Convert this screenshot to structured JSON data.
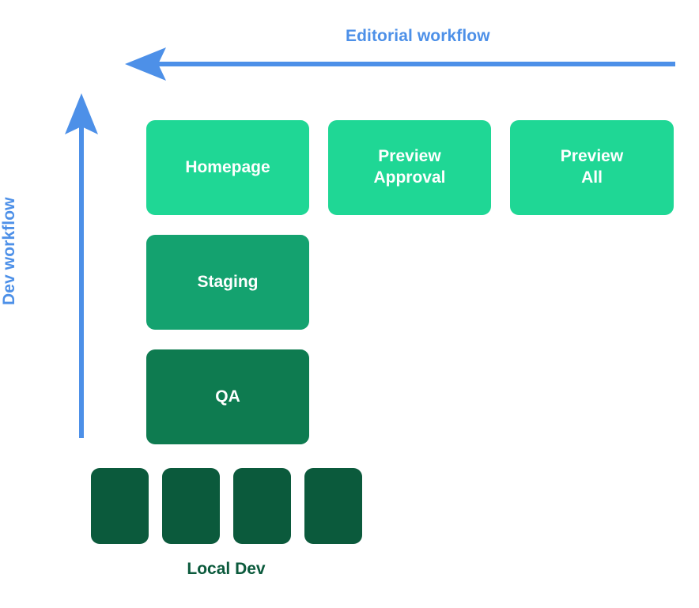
{
  "diagram": {
    "title_axis_horizontal": "Editorial workflow",
    "title_axis_vertical": "Dev workflow",
    "bottom_label": "Local Dev",
    "colors": {
      "accent_blue": "#4d90e8",
      "tier_1_bright_green": "#1fd795",
      "tier_2_green": "#14a26f",
      "tier_3_dark_green": "#0e7b50",
      "tier_4_darkest_green": "#0b5a3c",
      "background": "#ffffff",
      "box_text": "#ffffff"
    },
    "axes": {
      "horizontal": {
        "label": "Editorial workflow",
        "direction": "left",
        "arrow_icon": "arrow-left-icon"
      },
      "vertical": {
        "label": "Dev workflow",
        "direction": "up",
        "arrow_icon": "arrow-up-icon"
      }
    },
    "rows": [
      {
        "tier": "production",
        "color": "#1fd795",
        "boxes": [
          {
            "label": "Homepage"
          },
          {
            "label": "Preview\nApproval"
          },
          {
            "label": "Preview\nAll"
          }
        ]
      },
      {
        "tier": "staging",
        "color": "#14a26f",
        "boxes": [
          {
            "label": "Staging"
          }
        ]
      },
      {
        "tier": "qa",
        "color": "#0e7b50",
        "boxes": [
          {
            "label": "QA"
          }
        ]
      }
    ],
    "local_dev": {
      "label": "Local Dev",
      "color": "#0b5a3c",
      "count": 4,
      "items": [
        {
          "label": ""
        },
        {
          "label": ""
        },
        {
          "label": ""
        },
        {
          "label": ""
        }
      ]
    }
  }
}
